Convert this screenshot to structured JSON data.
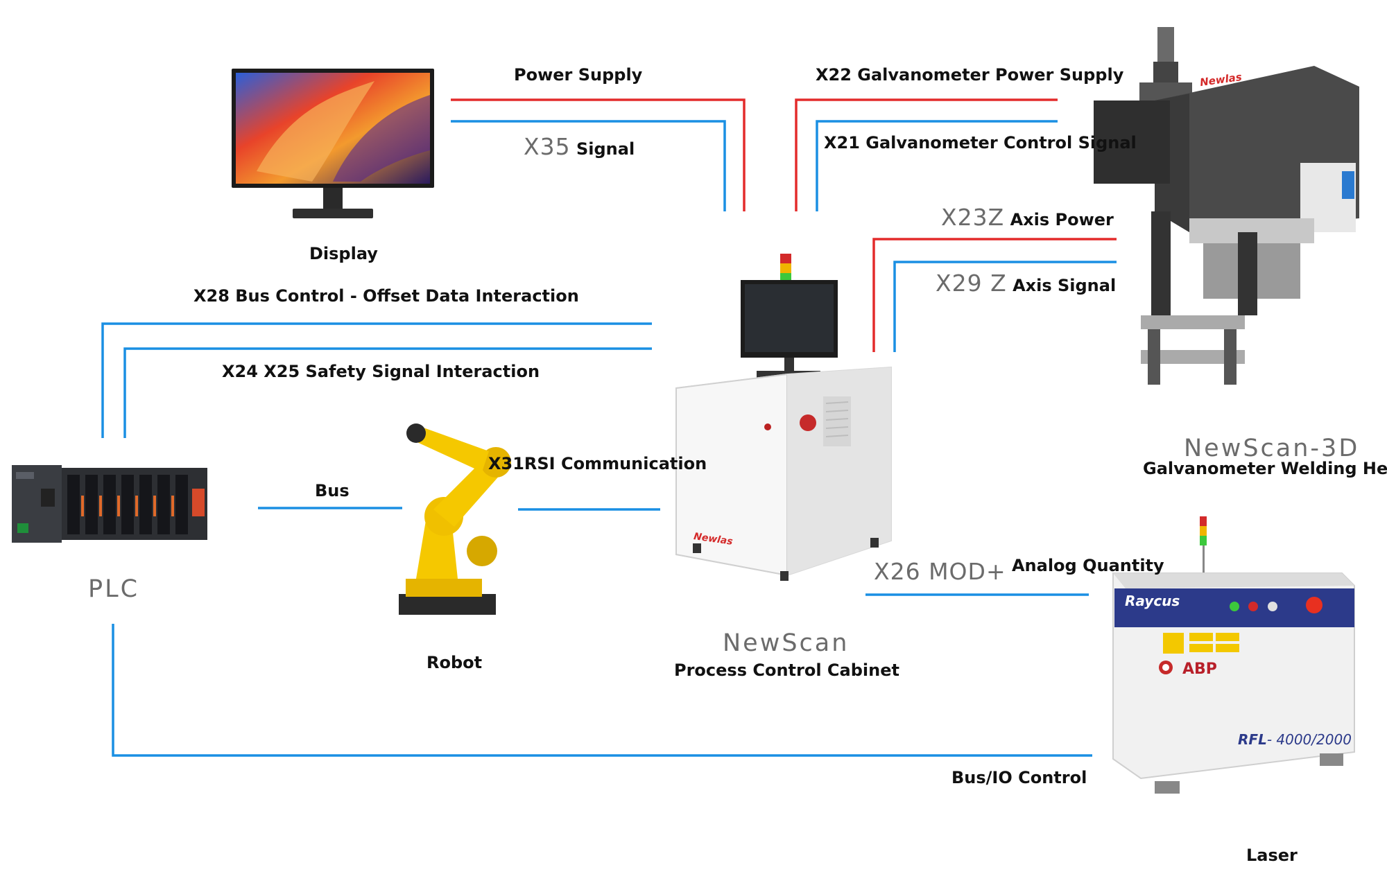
{
  "colors": {
    "power": "#e32b2b",
    "signal": "#1a8fe3",
    "bus": "#1a8fe3"
  },
  "labels": {
    "power_supply": "Power Supply",
    "x35_code": "X35",
    "x35_text": "Signal",
    "display": "Display",
    "x22": "X22 Galvanometer Power Supply",
    "x21": "X21 Galvanometer Control Signal",
    "x23_code": "X23Z",
    "x23_text": "Axis Power",
    "x29_code": "X29 Z",
    "x29_text": "Axis Signal",
    "x28": "X28 Bus Control - Offset Data Interaction",
    "x24": "X24 X25 Safety Signal Interaction",
    "x31": "X31RSI Communication",
    "bus": "Bus",
    "plc": "PLC",
    "robot": "Robot",
    "newscan": "NewScan",
    "process_cabinet": "Process Control Cabinet",
    "newscan3d": "NewScan-3D",
    "welding_head": "Galvanometer Welding Head",
    "x26_code": "X26 MOD+",
    "x26_text": "Analog Quantity",
    "bus_io": "Bus/IO Control",
    "laser": "Laser"
  },
  "brands": {
    "newlas": "Newlas",
    "raycus": "Raycus",
    "abp": "ABP",
    "rfl": "RFL",
    "rfl_model": "- 4000/2000"
  },
  "icons": [
    "monitor-icon",
    "plc-icon",
    "robot-arm-icon",
    "control-cabinet-icon",
    "galvanometer-head-icon",
    "laser-source-icon"
  ]
}
